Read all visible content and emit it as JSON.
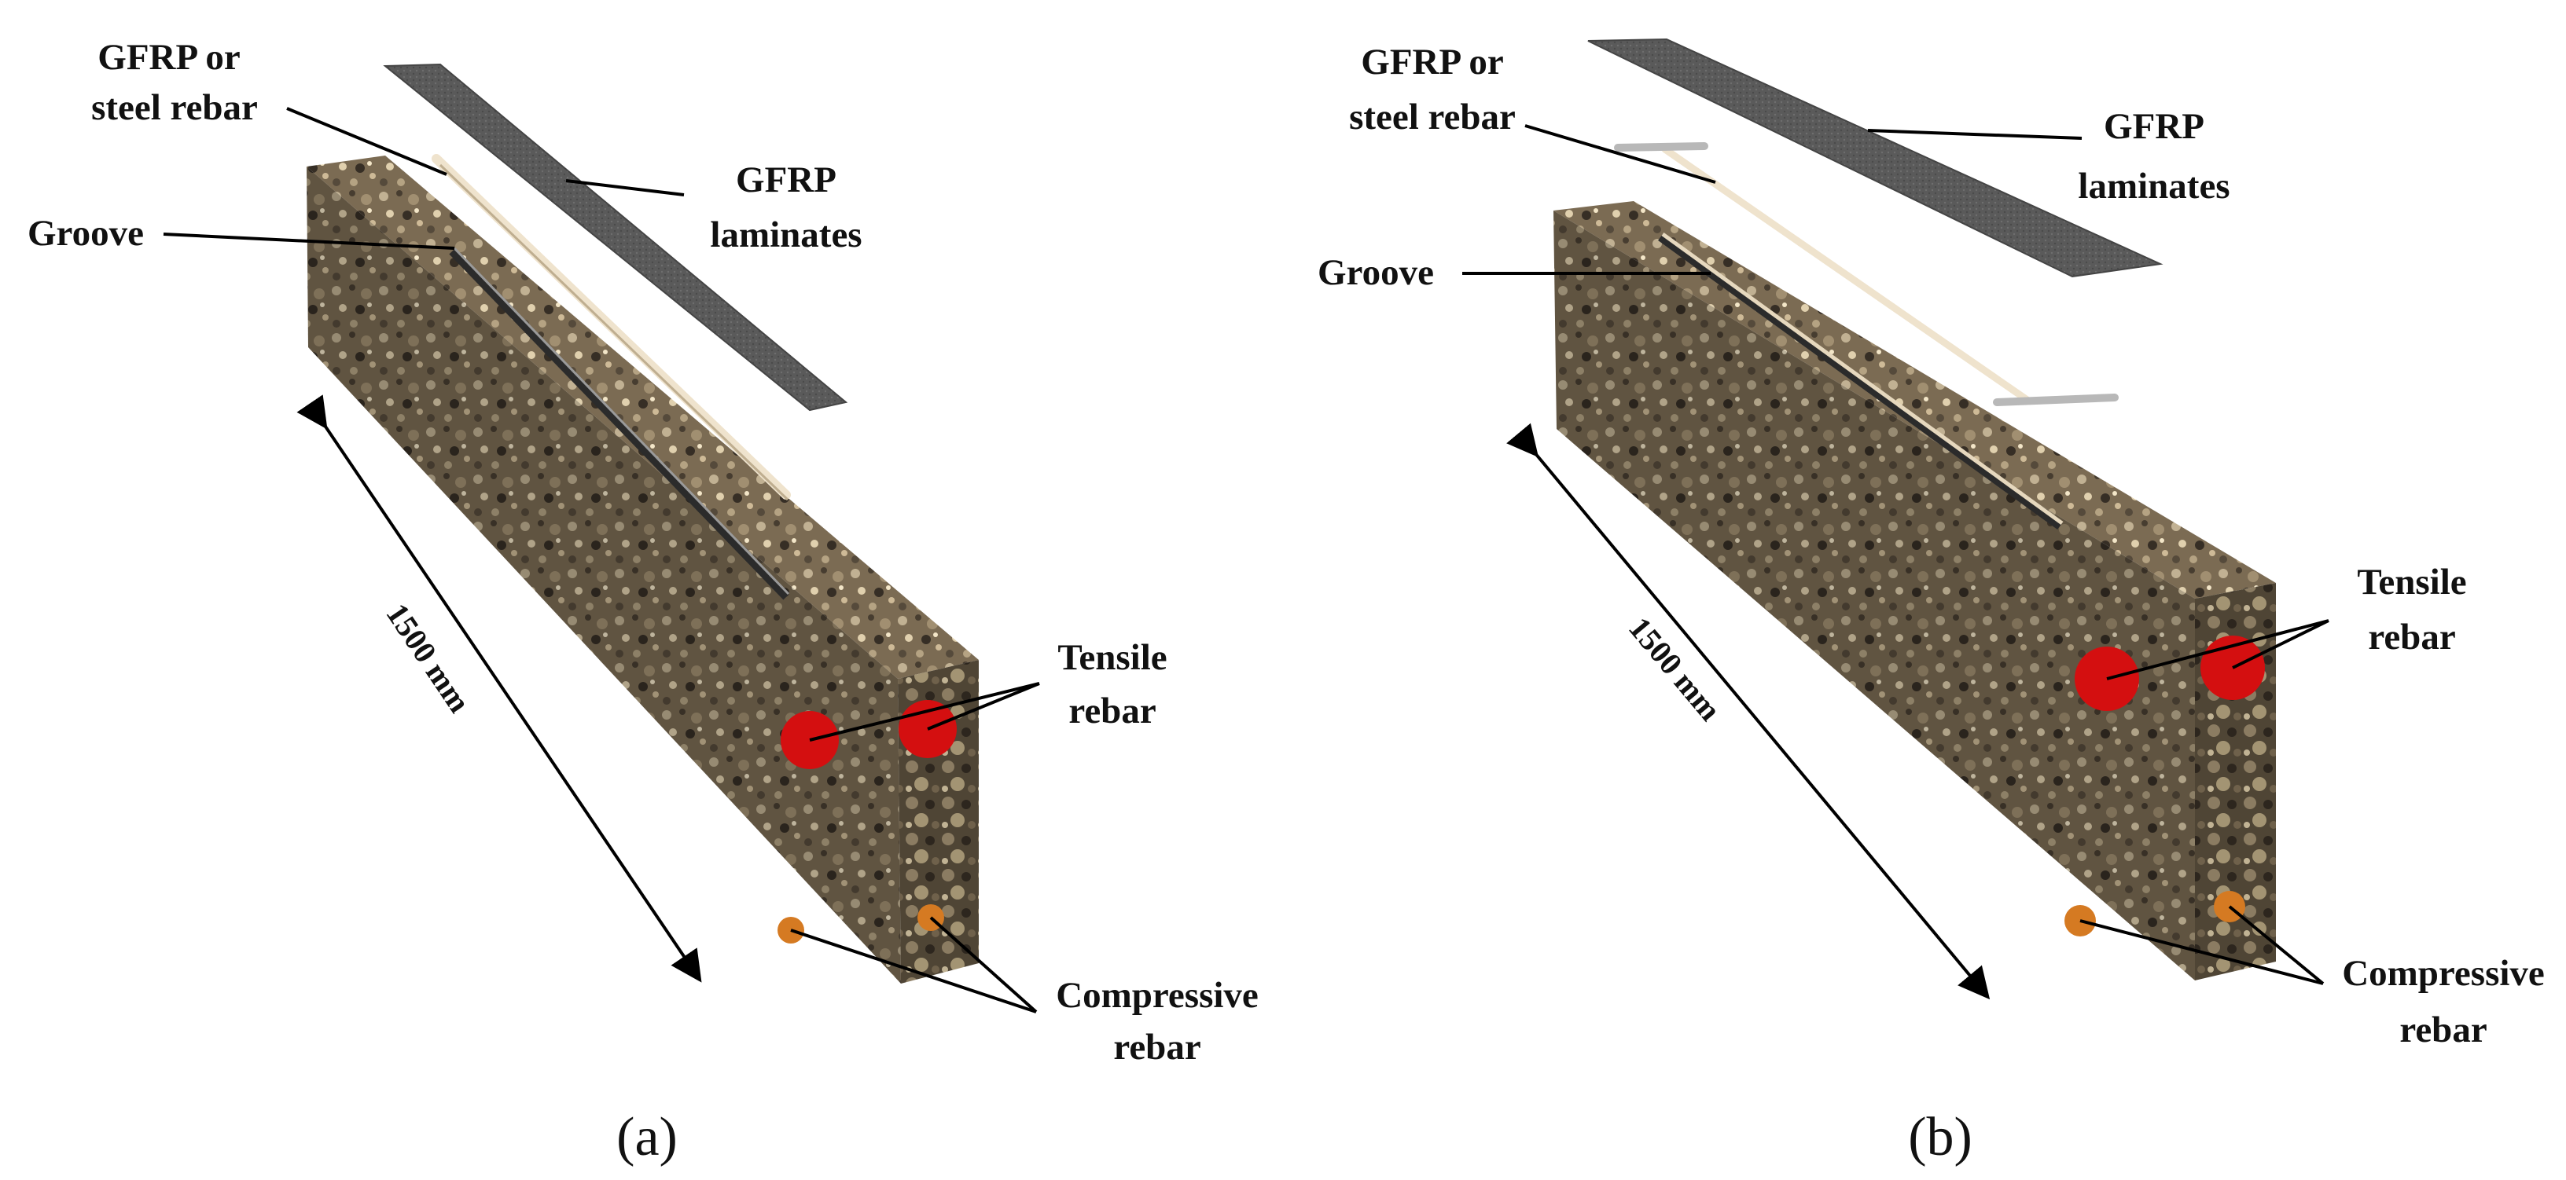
{
  "colors": {
    "concrete_top": "#6b5d48",
    "concrete_side": "#5e513e",
    "concrete_end": "#4f4535",
    "laminate": "#5a5a5a",
    "rebar_fill": "#e9dcc6",
    "tensile_rebar": "#d40f10",
    "compressive_rebar": "#d57a22",
    "text": "#111111"
  },
  "panels": [
    {
      "id": "a",
      "caption": "(a)",
      "labels": {
        "rebar": [
          "GFRP or",
          "steel rebar"
        ],
        "laminates": [
          "GFRP",
          "laminates"
        ],
        "groove": "Groove",
        "tensile": [
          "Tensile",
          "rebar"
        ],
        "compressive": [
          "Compressive",
          "rebar"
        ],
        "length": "1500 mm"
      }
    },
    {
      "id": "b",
      "caption": "(b)",
      "labels": {
        "rebar": [
          "GFRP or",
          "steel rebar"
        ],
        "laminates": [
          "GFRP",
          "laminates"
        ],
        "groove": "Groove",
        "tensile": [
          "Tensile",
          "rebar"
        ],
        "compressive": [
          "Compressive",
          "rebar"
        ],
        "length": "1500 mm"
      }
    }
  ]
}
